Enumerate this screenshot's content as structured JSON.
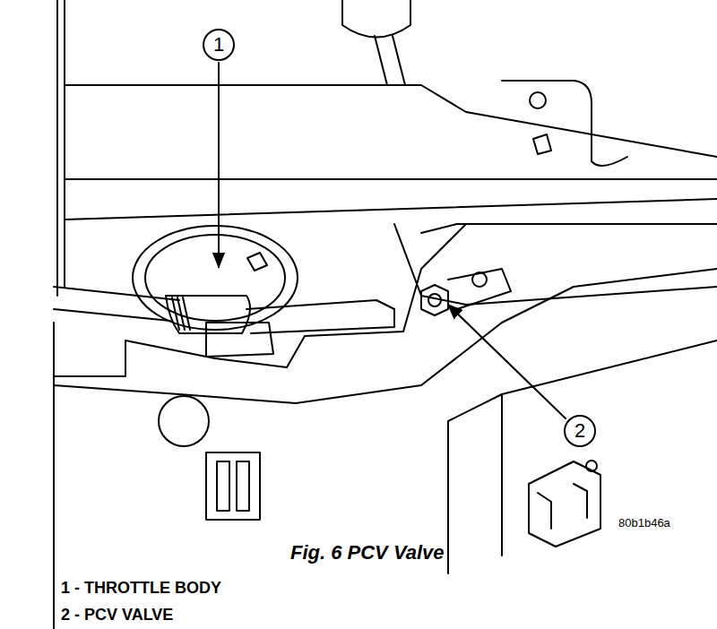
{
  "diagram": {
    "caption": "Fig. 6 PCV Valve",
    "nodes": [
      {
        "text": [
          "1"
        ]
      },
      {
        "text": [
          "2"
        ]
      }
    ],
    "labels": [
      "80b1b46a",
      "1 - THROTTLE BODY",
      "2 - PCV VALVE"
    ]
  }
}
